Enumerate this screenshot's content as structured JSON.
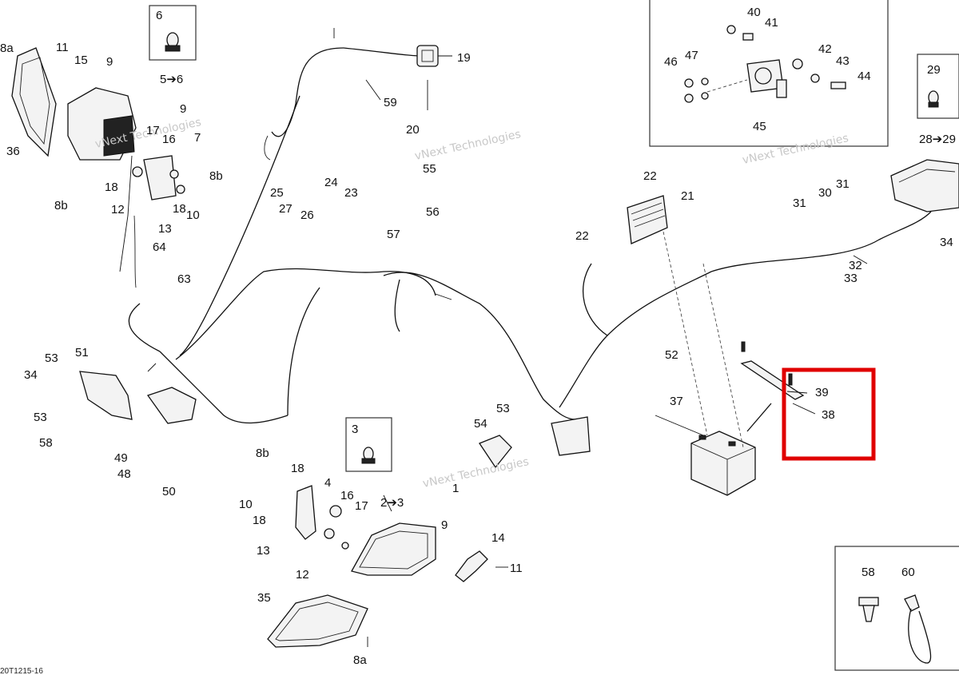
{
  "diagram": {
    "reference_code": "20T1215-16",
    "watermark_texts": [
      "vNext Technologies",
      "vNext Technologies",
      "vNext Technologies",
      "vNext Technologies"
    ],
    "callouts": [
      "1",
      "2➔3",
      "3",
      "4",
      "5➔6",
      "6",
      "7",
      "8a",
      "8a",
      "8b",
      "8b",
      "8b",
      "9",
      "9",
      "9",
      "10",
      "10",
      "11",
      "11",
      "12",
      "12",
      "13",
      "13",
      "14",
      "15",
      "16",
      "16",
      "17",
      "17",
      "18",
      "18",
      "18",
      "18",
      "19",
      "20",
      "21",
      "22",
      "22",
      "23",
      "24",
      "25",
      "26",
      "27",
      "28➔29",
      "29",
      "30",
      "31",
      "31",
      "32",
      "33",
      "34",
      "34",
      "35",
      "36",
      "37",
      "38",
      "39",
      "40",
      "41",
      "42",
      "43",
      "44",
      "45",
      "46",
      "47",
      "48",
      "49",
      "50",
      "51",
      "52",
      "53",
      "53",
      "53",
      "54",
      "55",
      "56",
      "57",
      "58",
      "58",
      "59",
      "60",
      "63",
      "64"
    ],
    "highlight_color": "#e00000",
    "highlighted_callouts": [
      "38",
      "39"
    ]
  }
}
